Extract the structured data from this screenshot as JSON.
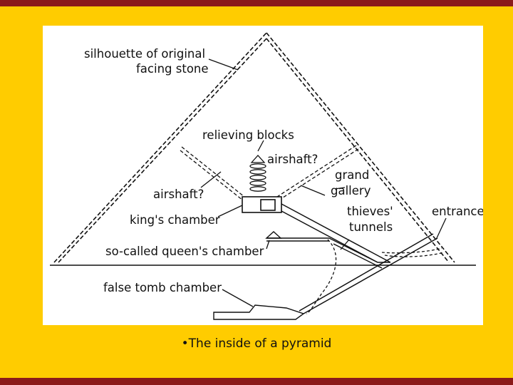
{
  "colors": {
    "frame_bar": "#8b1a1a",
    "background": "#ffcc00",
    "panel": "#ffffff",
    "ink": "#111111"
  },
  "diagram": {
    "labels": {
      "facing_stone_line1": "silhouette of original",
      "facing_stone_line2": "facing stone",
      "relieving_blocks": "relieving blocks",
      "airshaft_upper": "airshaft?",
      "grand_gallery_line1": "grand",
      "grand_gallery_line2": "gallery",
      "airshaft_left": "airshaft?",
      "thieves_tunnels_line1": "thieves'",
      "thieves_tunnels_line2": "tunnels",
      "entrance": "entrance",
      "kings_chamber": "king's chamber",
      "queens_chamber": "so-called queen's chamber",
      "false_tomb_chamber": "false tomb chamber"
    }
  },
  "caption": {
    "bullet": "•",
    "text": "The inside of a pyramid"
  }
}
